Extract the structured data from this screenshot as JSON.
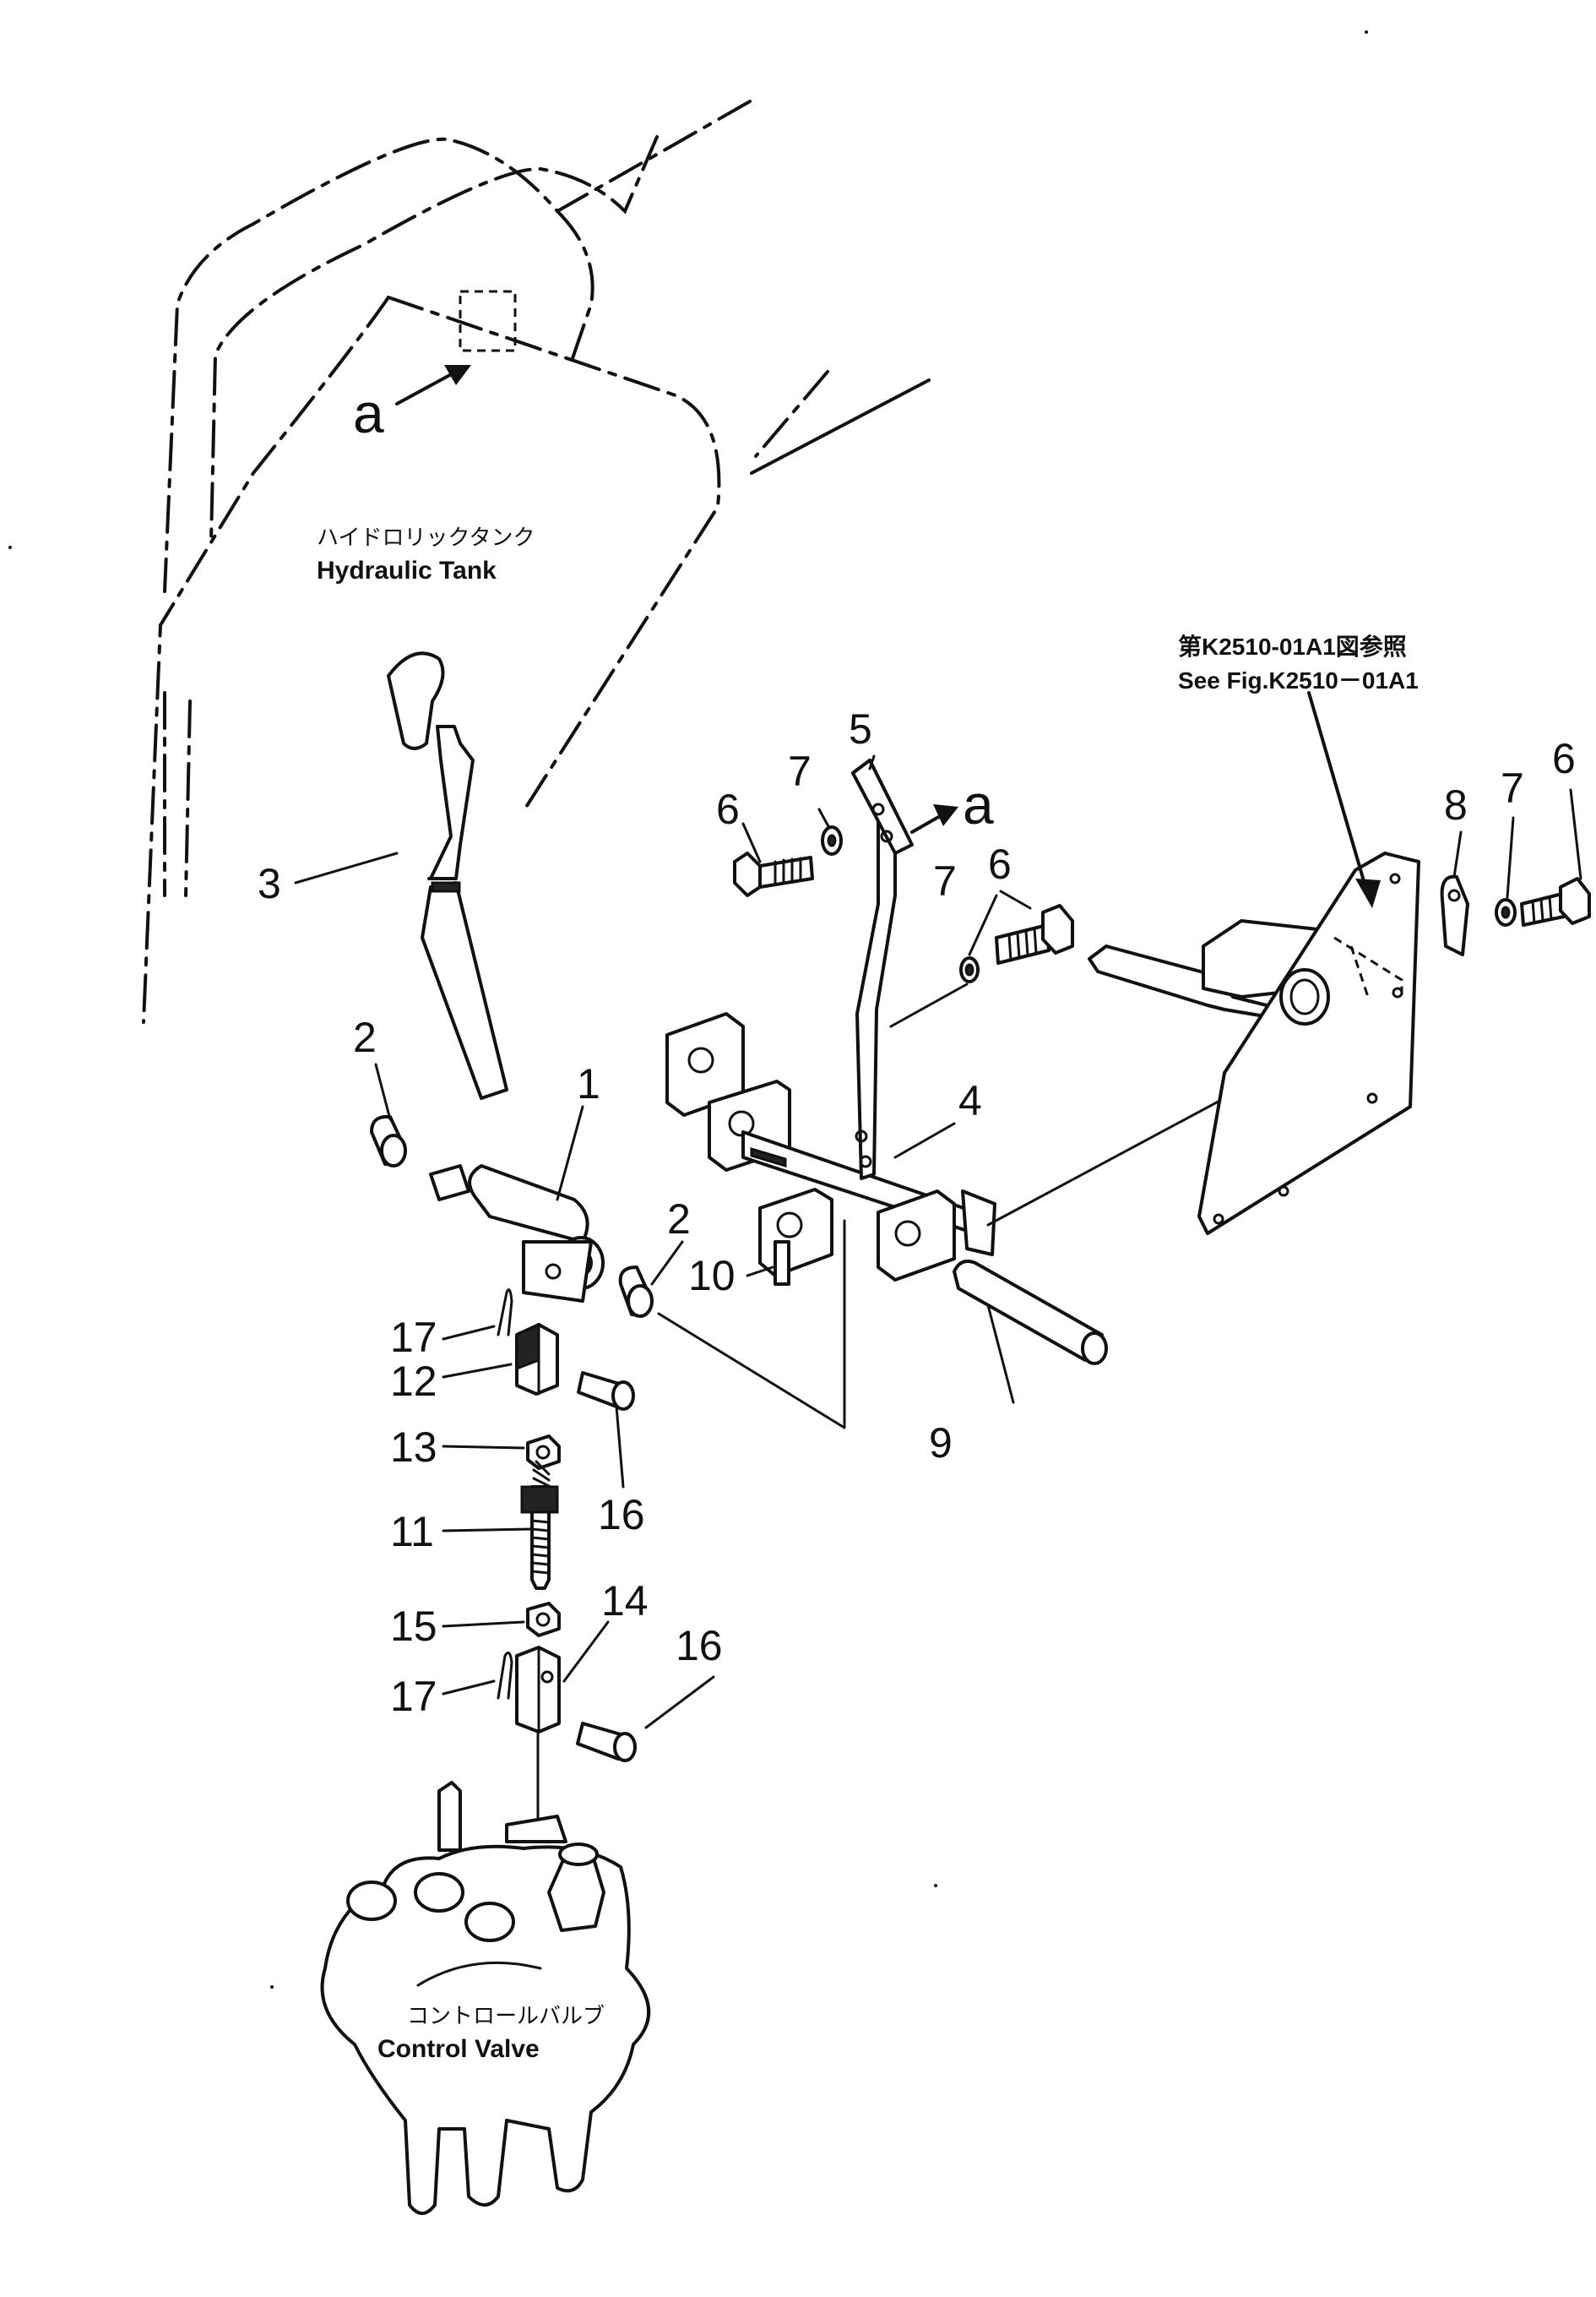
{
  "labels": {
    "tank_jp": "ハイドロリックタンク",
    "tank_en": "Hydraulic  Tank",
    "valve_jp": "コントロールバルブ",
    "valve_en": "Control  Valve",
    "ref_jp": "第K2510-01A1図参照",
    "ref_en": "See Fig.K2510－01A1"
  },
  "callouts": {
    "tank_view": "a",
    "bracket_view": "a"
  },
  "part_numbers": {
    "p1": "1",
    "p2_left": "2",
    "p2_mid": "2",
    "p3": "3",
    "p4": "4",
    "p5": "5",
    "p6_left": "6",
    "p6_mid": "6",
    "p6_right": "6",
    "p7_left": "7",
    "p7_mid": "7",
    "p7_right": "7",
    "p8": "8",
    "p9": "9",
    "p10": "10",
    "p11": "11",
    "p12": "12",
    "p13": "13",
    "p14": "14",
    "p15": "15",
    "p16_upper": "16",
    "p16_lower": "16",
    "p17_upper": "17",
    "p17_lower": "17"
  },
  "icons": {
    "arrow": "arrow-icon",
    "bolt": "bolt-icon",
    "washer": "washer-icon"
  }
}
